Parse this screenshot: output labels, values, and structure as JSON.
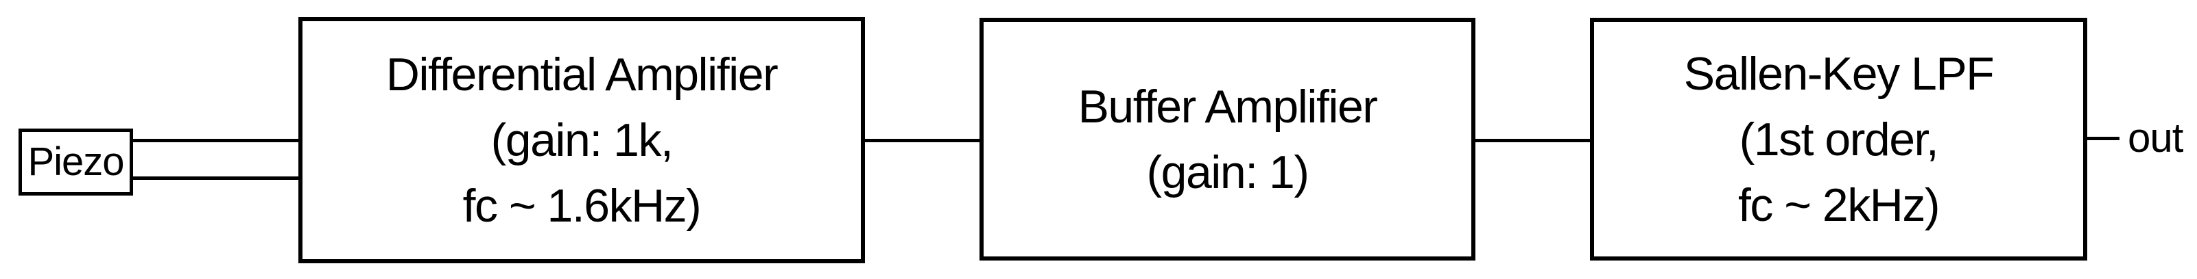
{
  "diagram": {
    "background": "#ffffff",
    "stroke_color": "#000000",
    "text_color": "#000000",
    "source": {
      "label": "Piezo"
    },
    "blocks": [
      {
        "name": "differential-amplifier",
        "lines": [
          "Differential Amplifier",
          "(gain: 1k,",
          "fc ~ 1.6kHz)"
        ]
      },
      {
        "name": "buffer-amplifier",
        "lines": [
          "Buffer Amplifier",
          "(gain: 1)"
        ]
      },
      {
        "name": "sallen-key-lpf",
        "lines": [
          "Sallen-Key LPF",
          "(1st order,",
          "fc ~ 2kHz)"
        ]
      }
    ],
    "output": {
      "label": "out"
    }
  }
}
